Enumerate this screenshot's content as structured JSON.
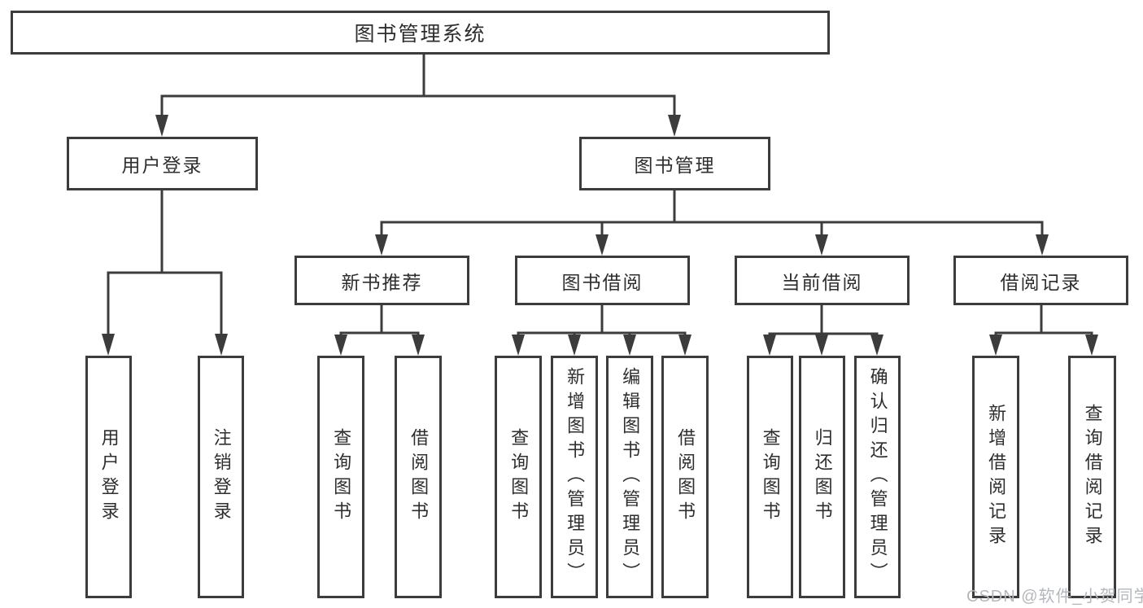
{
  "diagram": {
    "root": {
      "label": "图书管理系统"
    },
    "level2": [
      {
        "label": "用户登录",
        "children": [
          {
            "label": "用户登录"
          },
          {
            "label": "注销登录"
          }
        ]
      },
      {
        "label": "图书管理",
        "children": [
          {
            "label": "新书推荐",
            "children": [
              {
                "label": "查询图书"
              },
              {
                "label": "借阅图书"
              }
            ]
          },
          {
            "label": "图书借阅",
            "children": [
              {
                "label": "查询图书"
              },
              {
                "label": "新增图书（管理员）"
              },
              {
                "label": "编辑图书（管理员）"
              },
              {
                "label": "借阅图书"
              }
            ]
          },
          {
            "label": "当前借阅",
            "children": [
              {
                "label": "查询图书"
              },
              {
                "label": "归还图书"
              },
              {
                "label": "确认归还（管理员）"
              }
            ]
          },
          {
            "label": "借阅记录",
            "children": [
              {
                "label": "新增借阅记录"
              },
              {
                "label": "查询借阅记录"
              }
            ]
          }
        ]
      }
    ]
  },
  "watermark": {
    "text": "CSDN @软件_小贺同学"
  },
  "colors": {
    "line": "#3c3c3c",
    "text": "#2e2e2e",
    "watermark": "#b4b8be",
    "background": "#ffffff"
  }
}
